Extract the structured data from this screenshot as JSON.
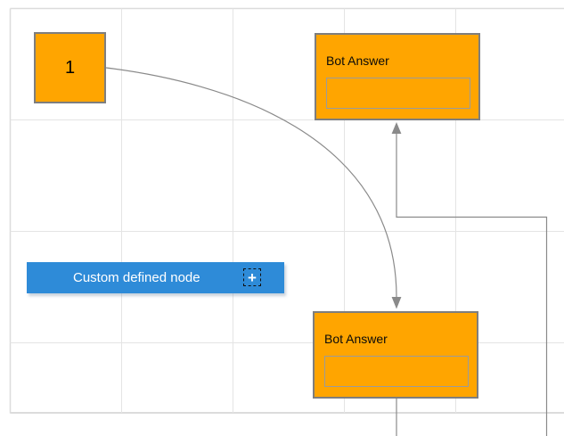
{
  "nodes": {
    "start": {
      "label": "1"
    },
    "bot_answer_top": {
      "title": "Bot Answer",
      "text_box_value": ""
    },
    "bot_answer_bottom": {
      "title": "Bot Answer",
      "text_box_value": ""
    },
    "custom": {
      "label": "Custom defined node",
      "plus_glyph": "+"
    }
  },
  "colors": {
    "answer_node_fill": "#FFA500",
    "node_border": "#7E7E7E",
    "custom_node_fill": "#2E8BD8",
    "custom_node_text": "#FFFFFF",
    "connector": "#8A8A8A",
    "grid_line": "#E4E4E4",
    "grid_border": "#DCDCDC",
    "canvas_bg": "#FFFFFF",
    "node_text": "#000000"
  }
}
